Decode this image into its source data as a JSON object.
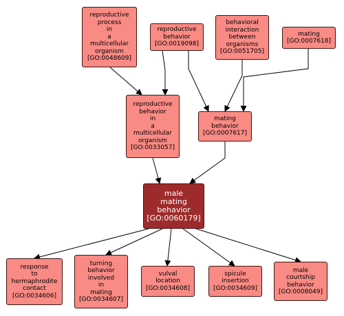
{
  "colors": {
    "node_fill": "#f98a84",
    "node_border": "#3f1513",
    "focus_fill": "#9e2b2b",
    "focus_text": "#ffffff",
    "edge": "#000000"
  },
  "nodes": {
    "n0048609": {
      "label": "reproductive\nprocess\nin\na\nmulticellular\norganism\n[GO:0048609]"
    },
    "n0019098": {
      "label": "reproductive\nbehavior\n[GO:0019098]"
    },
    "n0051705": {
      "label": "behavioral\ninteraction\nbetween\norganisms\n[GO:0051705]"
    },
    "n0007618": {
      "label": "mating\n[GO:0007618]"
    },
    "n0033057": {
      "label": "reproductive\nbehavior\nin\na\nmulticellular\norganism\n[GO:0033057]"
    },
    "n0007617": {
      "label": "mating\nbehavior\n[GO:0007617]"
    },
    "n0060179": {
      "label": "male\nmating\nbehavior\n[GO:0060179]"
    },
    "n0034606": {
      "label": "response\nto\nhermaphrodite\ncontact\n[GO:0034606]"
    },
    "n0034607": {
      "label": "turning\nbehavior\ninvolved\nin\nmating\n[GO:0034607]"
    },
    "n0034608": {
      "label": "vulval\nlocation\n[GO:0034608]"
    },
    "n0034609": {
      "label": "spicule\ninsertion\n[GO:0034609]"
    },
    "n0008049": {
      "label": "male\ncourtship\nbehavior\n[GO:0008049]"
    }
  },
  "edges": [
    [
      "n0048609",
      "n0033057"
    ],
    [
      "n0019098",
      "n0033057"
    ],
    [
      "n0019098",
      "n0007617"
    ],
    [
      "n0051705",
      "n0007617"
    ],
    [
      "n0007618",
      "n0007617"
    ],
    [
      "n0033057",
      "n0060179"
    ],
    [
      "n0007617",
      "n0060179"
    ],
    [
      "n0060179",
      "n0034606"
    ],
    [
      "n0060179",
      "n0034607"
    ],
    [
      "n0060179",
      "n0034608"
    ],
    [
      "n0060179",
      "n0034609"
    ],
    [
      "n0060179",
      "n0008049"
    ]
  ]
}
